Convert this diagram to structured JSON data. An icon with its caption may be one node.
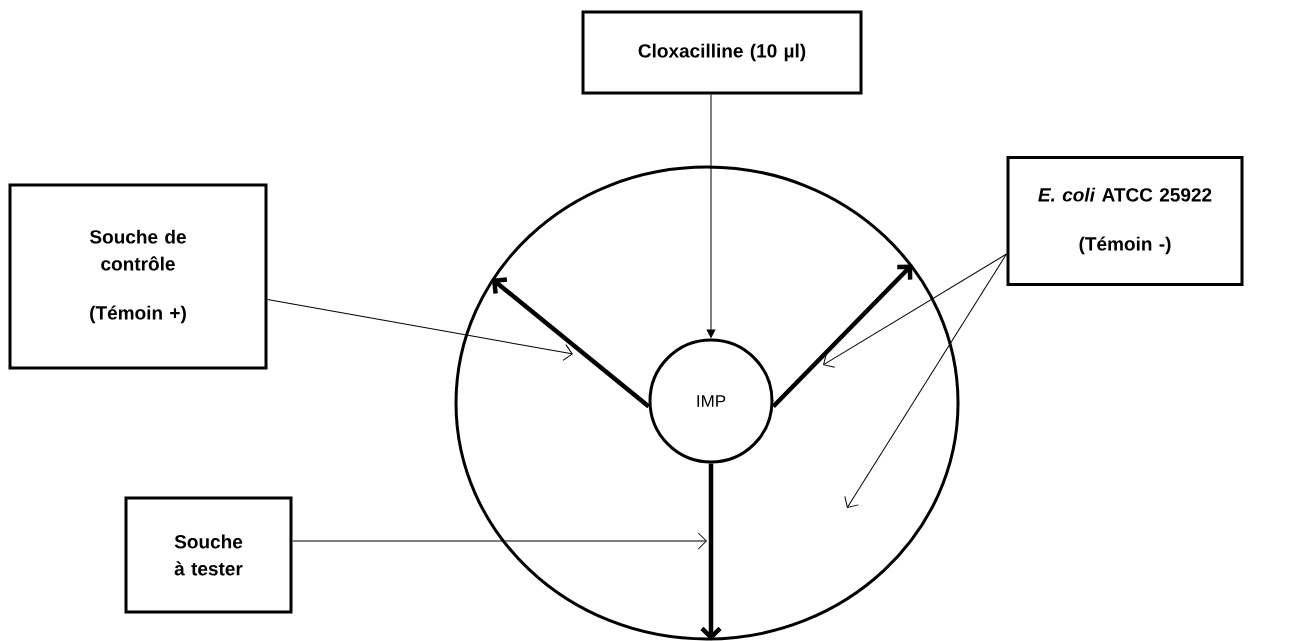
{
  "diagram": {
    "nodes": [
      {
        "text": [
          "Cloxacilline (10 µl)"
        ]
      },
      {
        "text": [
          "Souche de contrôle",
          "(Témoin +)"
        ]
      },
      {
        "text": [
          "*E. coli* ATCC 25922",
          "(Témoin -)"
        ]
      },
      {
        "text": [],
        "shape": "circle"
      },
      {
        "text": [
          "IMP"
        ],
        "in": 3
      },
      {
        "text": [
          "Souche à tester"
        ]
      }
    ],
    "edges": [
      {
        "from": 0,
        "to": 4,
        "arrow": "to"
      },
      {
        "from": 4,
        "to": 3,
        "arrow": "to",
        "style": "thick"
      },
      {
        "from": 4,
        "to": 3,
        "arrow": "to",
        "style": "thick"
      },
      {
        "from": 4,
        "to": 3,
        "arrow": "to",
        "style": "thick"
      },
      {
        "from": 1,
        "to": null,
        "arrow": "to"
      },
      {
        "from": 2,
        "to": null,
        "arrow": "to"
      },
      {
        "from": 2,
        "to": null,
        "arrow": "to"
      },
      {
        "from": 5,
        "to": null,
        "arrow": "to"
      }
    ]
  }
}
